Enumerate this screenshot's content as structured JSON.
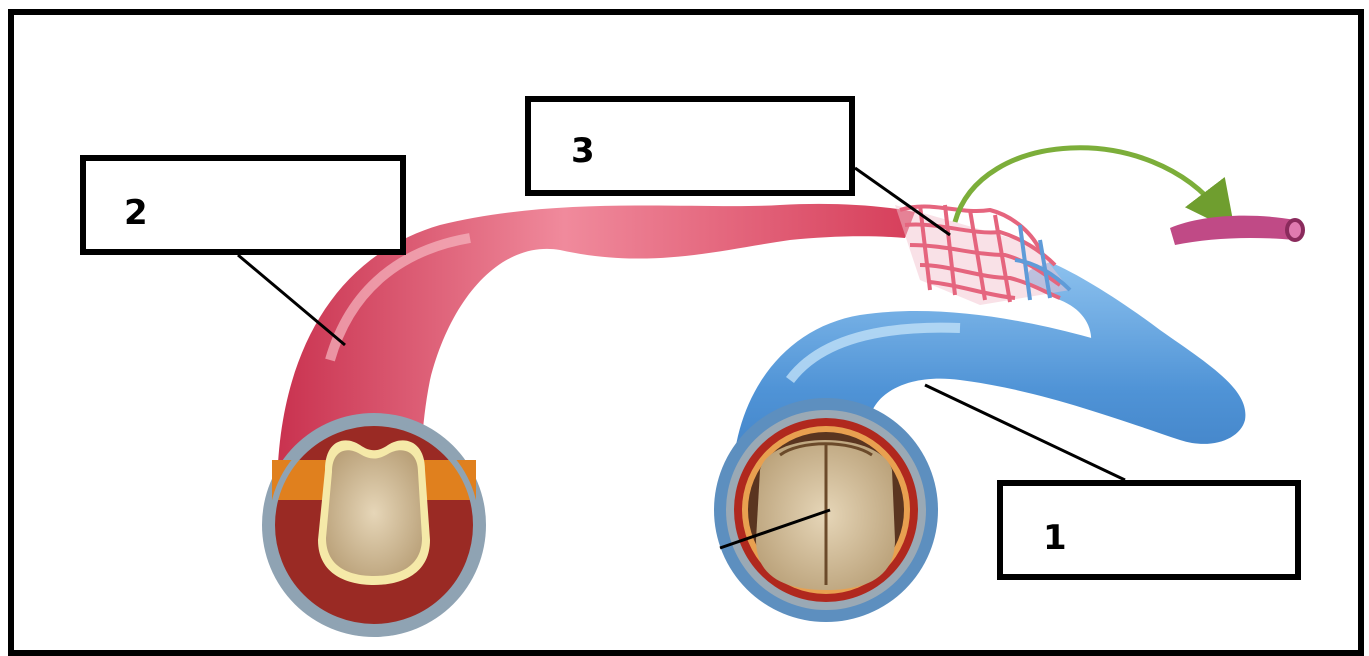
{
  "labels": [
    {
      "id": "1",
      "text": "1"
    },
    {
      "id": "2",
      "text": "2"
    },
    {
      "id": "3",
      "text": "3"
    }
  ],
  "colors": {
    "artery": "#e2506a",
    "artery_highlight": "#f59aa8",
    "vein": "#4f93d6",
    "vein_highlight": "#a9d1f2",
    "capillary_red": "#e5657e",
    "capillary_blue": "#5f9bd8",
    "arrow": "#7cae3a",
    "wall_dark_red": "#9a2a24",
    "wall_orange": "#e0801e",
    "lumen": "#d7c3a0",
    "label_border": "#000000"
  }
}
